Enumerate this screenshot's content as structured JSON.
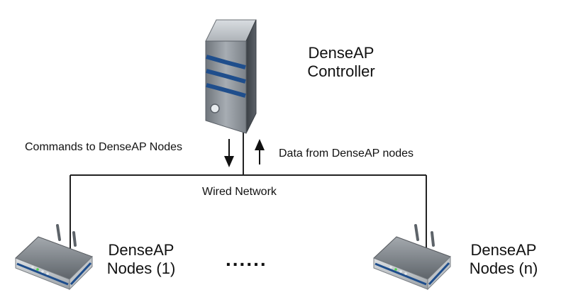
{
  "controller": {
    "line1": "DenseAP",
    "line2": "Controller"
  },
  "arrows": {
    "commands_label": "Commands to DenseAP Nodes",
    "data_label": "Data from DenseAP nodes"
  },
  "network": {
    "label": "Wired Network"
  },
  "nodes": [
    {
      "line1": "DenseAP",
      "line2": "Nodes (1)"
    },
    {
      "line1": "DenseAP",
      "line2": "Nodes (n)"
    }
  ],
  "ellipsis": "......",
  "colors": {
    "server_body": "#9aa0a6",
    "server_stripe": "#1f4e8c",
    "router_body": "#8a8f95",
    "router_stripe": "#1f4e8c",
    "line": "#222222"
  },
  "icons": {
    "controller": "server-tower-icon",
    "node": "wireless-router-icon"
  }
}
